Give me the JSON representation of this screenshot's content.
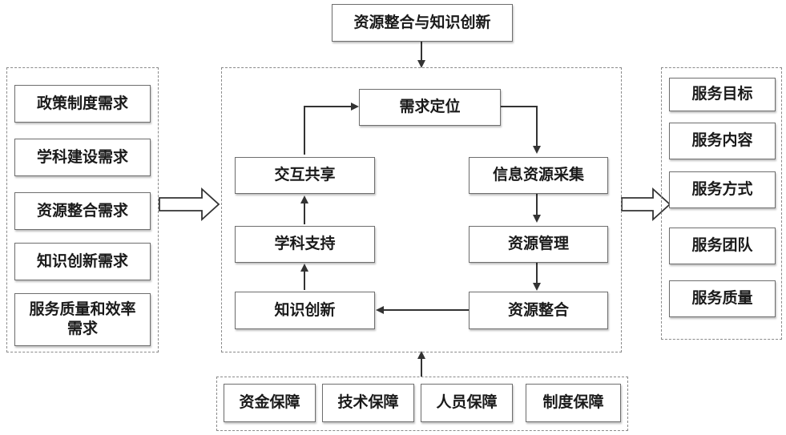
{
  "top_box": "资源整合与知识创新",
  "left_needs": [
    "政策制度需求",
    "学科建设需求",
    "资源整合需求",
    "知识创新需求",
    "服务质量和效率需求"
  ],
  "center": {
    "demand_positioning": "需求定位",
    "info_collection": "信息资源采集",
    "resource_management": "资源管理",
    "resource_integration": "资源整合",
    "knowledge_innovation": "知识创新",
    "discipline_support": "学科支持",
    "interactive_sharing": "交互共享"
  },
  "right_services": [
    "服务目标",
    "服务内容",
    "服务方式",
    "服务团队",
    "服务质量"
  ],
  "bottom_guarantees": [
    "资金保障",
    "技术保障",
    "人员保障",
    "制度保障"
  ]
}
